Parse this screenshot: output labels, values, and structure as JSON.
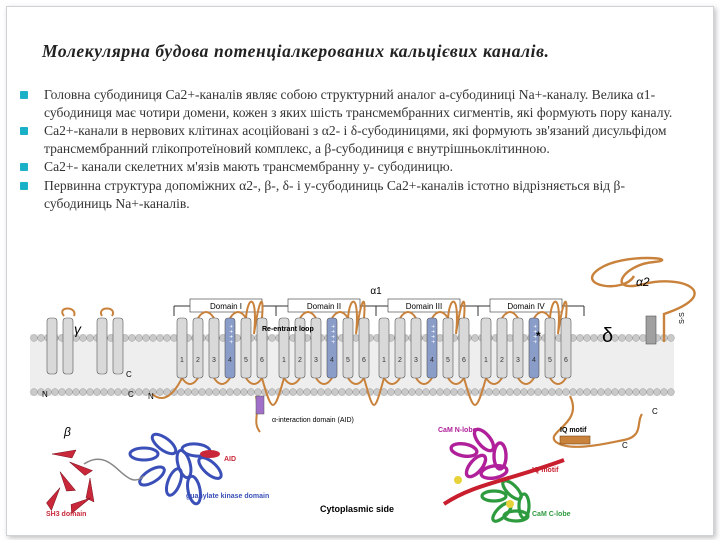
{
  "slide": {
    "title": "Молекулярна  будова потенціалкерованих  кальцієвих  каналів.",
    "bullets": [
      "Головна субодиниця Са2+-каналів являє собою структурний аналог а-субодиниці Na+-каналу. Велика  α1-субодиниця має  чотири  домени, кожен  з  яких  шість  трансмембранних  сигментів,  які формують  пору каналу.",
      "Са2+-канали в нервових клітинах асоційовані з α2- і δ-субодиницями, які формують зв'язаний дисульфідом трансмембранний глікопротеїновий комплекс, а  β-субодиниця є внутрішньоклітинною.",
      "Са2+- канали скелетних м'язів мають трансмембранну у- субодиницю.",
      "Первинна структура допоміжних α2-, β-, δ- і у-субодиниць Са2+-каналів істотно відрізняється від β-субодиниць Na+-каналів."
    ]
  },
  "figure": {
    "domains": [
      "Domain I",
      "Domain II",
      "Domain III",
      "Domain IV"
    ],
    "segments": [
      "1",
      "2",
      "3",
      "4",
      "5",
      "6"
    ],
    "s4_marks": "+ + + +",
    "labels": {
      "alpha1": "α1",
      "alpha2": "α2",
      "delta": "δ",
      "gamma": "γ",
      "beta": "β",
      "ss": "S-S",
      "n": "N",
      "c": "C",
      "reentrant": "Re-entrant loop",
      "aid": "α-interaction domain (AID)",
      "aid_short": "AID",
      "iq_motif": "IQ motif",
      "cytoplasmic": "Cytoplasmic side",
      "guk": "guanylate kinase domain",
      "sh3": "SH3 domain",
      "cam_n": "CaM N-lobe",
      "cam_c": "CaM C-lobe",
      "iq_motif_small": "IQ motif",
      "star": "*"
    },
    "colors": {
      "membrane_head": "#c9c9c9",
      "helix": "#d9d9d9",
      "s4": "#8a9cc8",
      "loop": "#c9823b",
      "aid": "#a070c8",
      "beta_blue": "#3a4fb8",
      "beta_red": "#c8283a",
      "cam_magenta": "#b0209a",
      "cam_green": "#2e9b3e",
      "iq_red": "#c81e2e"
    }
  }
}
